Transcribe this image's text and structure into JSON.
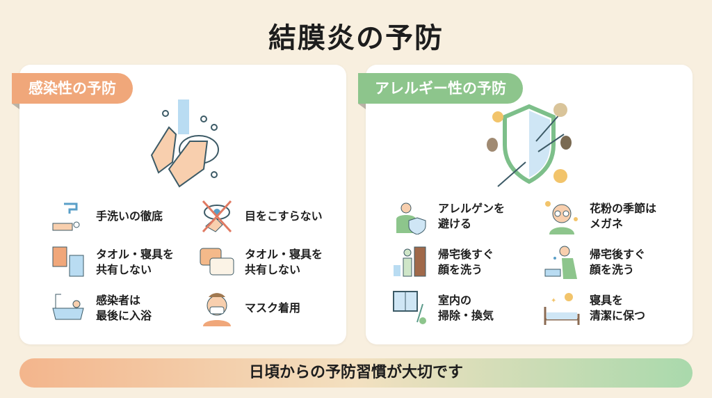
{
  "title": "結膜炎の予防",
  "infectious": {
    "heading": "感染性の予防",
    "items": [
      {
        "icon": "handwash-faucet-icon",
        "text": "手洗いの徹底"
      },
      {
        "icon": "no-eye-rubbing-icon",
        "text": "目をこすらない"
      },
      {
        "icon": "towel-icon",
        "text": "タオル・寝具を\n共有しない"
      },
      {
        "icon": "pillow-icon",
        "text": "タオル・寝具を\n共有しない"
      },
      {
        "icon": "bathtub-icon",
        "text": "感染者は\n最後に入浴"
      },
      {
        "icon": "mask-person-icon",
        "text": "マスク着用"
      }
    ]
  },
  "allergic": {
    "heading": "アレルギー性の予防",
    "items": [
      {
        "icon": "person-shield-icon",
        "text": "アレルゲンを\n避ける"
      },
      {
        "icon": "glasses-person-icon",
        "text": "花粉の季節は\nメガネ"
      },
      {
        "icon": "entering-home-icon",
        "text": "帰宅後すぐ\n顔を洗う"
      },
      {
        "icon": "face-washing-icon",
        "text": "帰宅後すぐ\n顔を洗う"
      },
      {
        "icon": "window-vacuum-icon",
        "text": "室内の\n掃除・換気"
      },
      {
        "icon": "bed-sun-icon",
        "text": "寝具を\n清潔に保つ"
      }
    ]
  },
  "footer": "日頃からの予防習慣が大切です",
  "colors": {
    "orange": "#f0a77a",
    "green": "#8dc58c",
    "background": "#f8efdf"
  }
}
